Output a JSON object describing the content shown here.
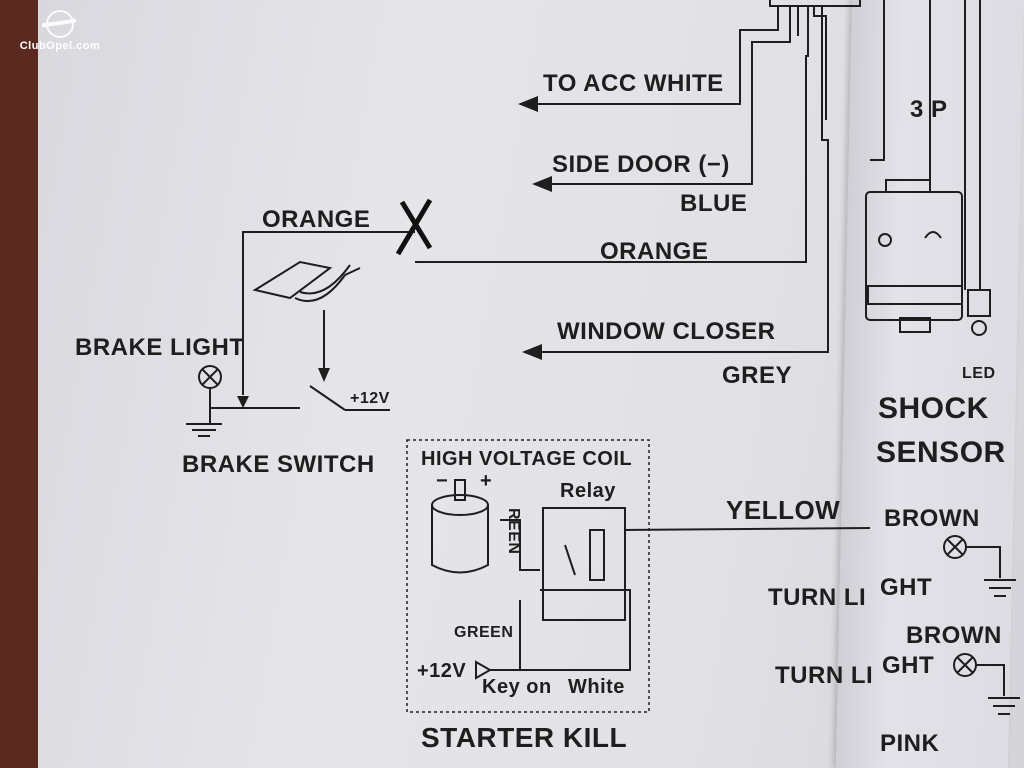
{
  "watermark": "ClubOpel.com",
  "labels": {
    "to_acc": "TO ACC WHITE",
    "side_door": "SIDE DOOR (−)",
    "blue": "BLUE",
    "orange_top": "ORANGE",
    "orange_main": "ORANGE",
    "window_closer": "WINDOW CLOSER",
    "grey": "GREY",
    "brake_light": "BRAKE LIGHT",
    "plus12_brake": "+12V",
    "brake_switch": "BRAKE SWITCH",
    "hv_coil": "HIGH VOLTAGE COIL",
    "relay": "Relay",
    "minus": "−",
    "plus": "+",
    "green_vertical": "REEN",
    "green": "GREEN",
    "plus12_kill": "+12V",
    "key_on": "Key on",
    "white": "White",
    "starter_kill": "STARTER KILL",
    "yellow": "YELLOW",
    "turn_light_1": "TURN LI",
    "turn_light_2": "TURN LI",
    "three_p": "3 P",
    "led": "LED",
    "shock": "SHOCK",
    "sensor": "SENSOR",
    "brown_1": "BROWN",
    "ght_1": "GHT",
    "brown_2": "BROWN",
    "ght_2": "GHT",
    "pink": "PINK"
  },
  "colors": {
    "ink": "#1e1e1e",
    "paper": "#e3e2e7",
    "background": "#5a2a20"
  }
}
